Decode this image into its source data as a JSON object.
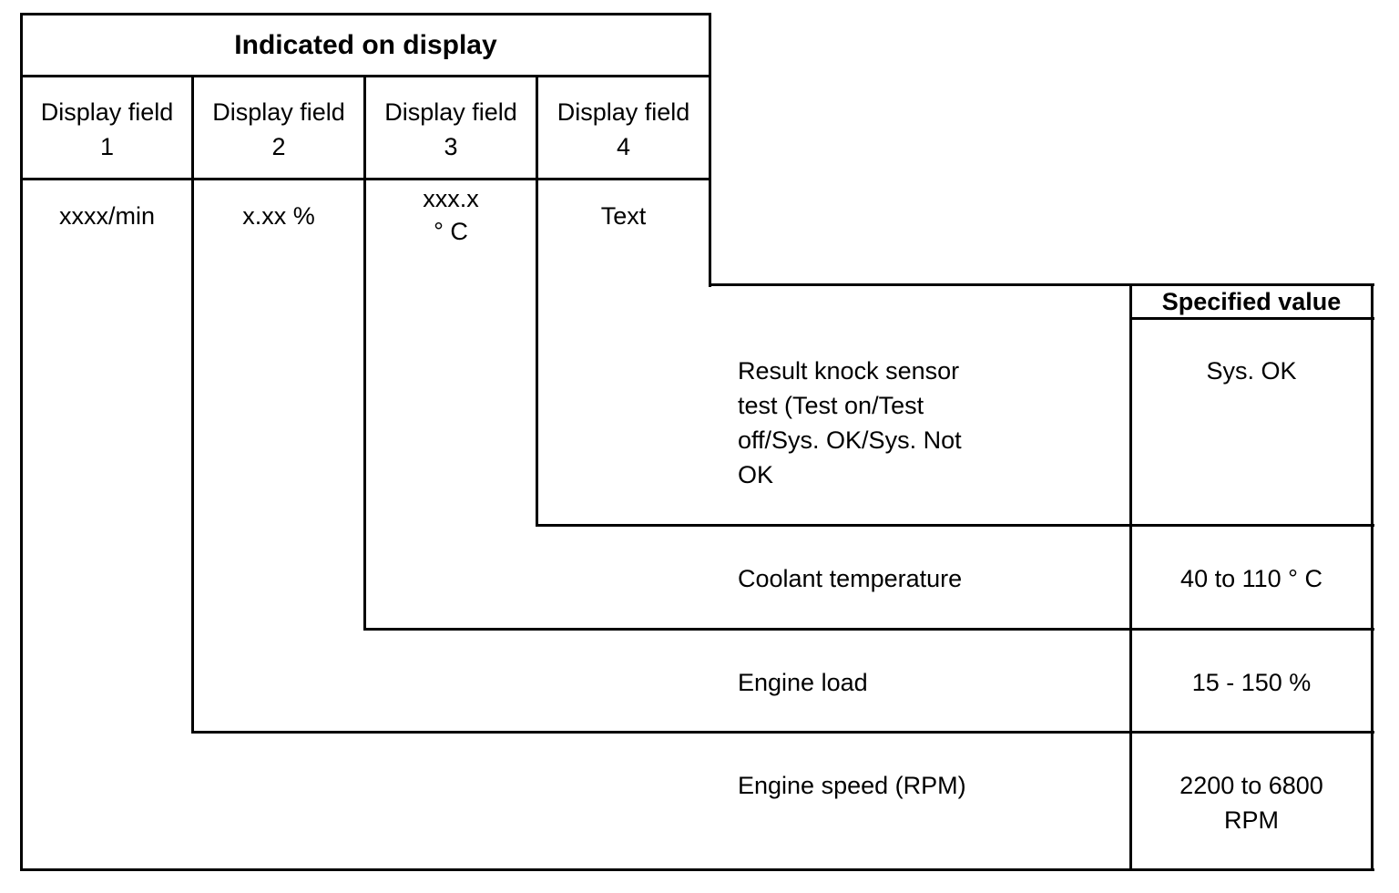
{
  "header": {
    "title": "Indicated on display"
  },
  "fields": [
    {
      "label": "Display field",
      "number": "1",
      "value": "xxxx/min"
    },
    {
      "label": "Display field",
      "number": "2",
      "value": "x.xx %"
    },
    {
      "label": "Display field",
      "number": "3",
      "value": "xxx.x",
      "value_line2": "° C"
    },
    {
      "label": "Display field",
      "number": "4",
      "value": "Text"
    }
  ],
  "spec": {
    "header": "Specified value",
    "rows": [
      {
        "description": [
          "Result knock sensor",
          "test (Test on/Test",
          "off/Sys. OK/Sys. Not",
          "OK"
        ],
        "value": "Sys. OK"
      },
      {
        "description": [
          "Coolant temperature"
        ],
        "value": "40 to 110 ° C"
      },
      {
        "description": [
          "Engine load"
        ],
        "value": "15 - 150 %"
      },
      {
        "description": [
          "Engine speed (RPM)"
        ],
        "value": [
          "2200 to 6800",
          "RPM"
        ]
      }
    ]
  }
}
